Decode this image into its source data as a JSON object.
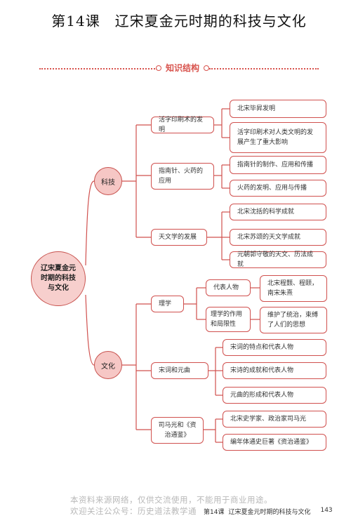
{
  "title": "第14课　辽宋夏金元时期的科技与文化",
  "section_title": "知识结构",
  "root": "辽宋夏金元时期的科技与文化",
  "branches": {
    "science": "科技",
    "culture": "文化"
  },
  "science": {
    "printing": "活字印刷术的发明",
    "printing_items": [
      "北宋毕昇发明",
      "活字印刷术对人类文明的发展产生了重大影响"
    ],
    "compass": "指南针、火药的应用",
    "compass_items": [
      "指南针的制作、应用和传播",
      "火药的发明、应用与传播"
    ],
    "astronomy": "天文学的发展",
    "astronomy_items": [
      "北宋沈括的科学成就",
      "北宋苏颂的天文学成就",
      "元朝郭守敬的天文、历法成就"
    ]
  },
  "culture": {
    "lixue": "理学",
    "lixue_rep": "代表人物",
    "lixue_rep_item": "北宋程颢、程颐，南宋朱熹",
    "lixue_role": "理学的作用和局限性",
    "lixue_role_item": "维护了统治，束缚了人们的思想",
    "songci": "宋词和元曲",
    "songci_items": [
      "宋词的特点和代表人物",
      "宋诗的成就和代表人物",
      "元曲的形成和代表人物"
    ],
    "sima": "司马光和《资治通鉴》",
    "sima_items": [
      "北宋史学家、政治家司马光",
      "编年体通史巨著《资治通鉴》"
    ]
  },
  "watermark": {
    "line1": "本资料来源网络，仅供交流使用，不能用于商业用途。",
    "line2": "欢迎关注公众号：历史道法教学通"
  },
  "footer": {
    "lesson": "第14课",
    "title": "辽宋夏金元时期的科技与文化",
    "page": "143"
  }
}
